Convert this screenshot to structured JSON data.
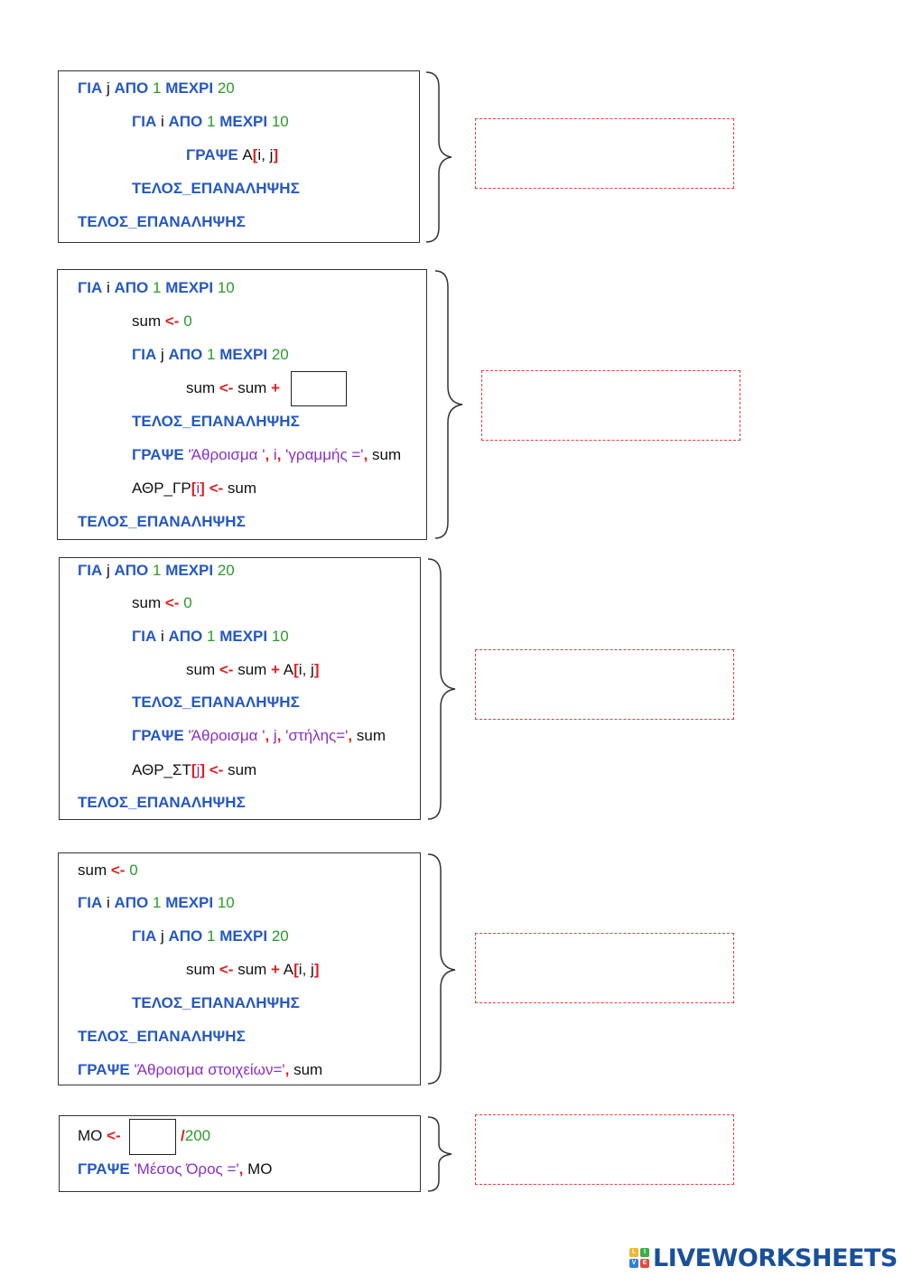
{
  "kw": {
    "for": "ΓΙΑ",
    "from": "ΑΠΟ",
    "to": "ΜΕΧΡΙ",
    "write": "ΓΡΑΨΕ",
    "end_loop": "ΤΕΛΟΣ_ΕΠΑΝΑΛΗΨΗΣ"
  },
  "sym": {
    "assign": "<-",
    "plus": "+",
    "comma": ",",
    "lbr": "[",
    "rbr": "]",
    "div": "/"
  },
  "var": {
    "i": "i",
    "j": "j",
    "sum": "sum",
    "A": "A",
    "comma_sp": ", ",
    "mo": "ΜΟ",
    "row_arr": "ΑΘΡ_ΓΡ",
    "col_arr": "ΑΘΡ_ΣΤ"
  },
  "num": {
    "one": "1",
    "ten": "10",
    "twenty": "20",
    "zero": "0",
    "two_hundred": "200"
  },
  "str": {
    "sum_label": "'Άθροισμα '",
    "row_label": "'γραμμής ='",
    "col_label": "'στήλης='",
    "elements_label": "'Άθροισμα στοιχείων='",
    "avg_label": "'Μέσος Όρος ='"
  },
  "logo": {
    "text": "LIVEWORKSHEETS",
    "mark_letters": [
      "L",
      "I",
      "V",
      "E"
    ],
    "colors": [
      "#f2b632",
      "#3fae49",
      "#2f7fd6",
      "#e8483b"
    ]
  }
}
